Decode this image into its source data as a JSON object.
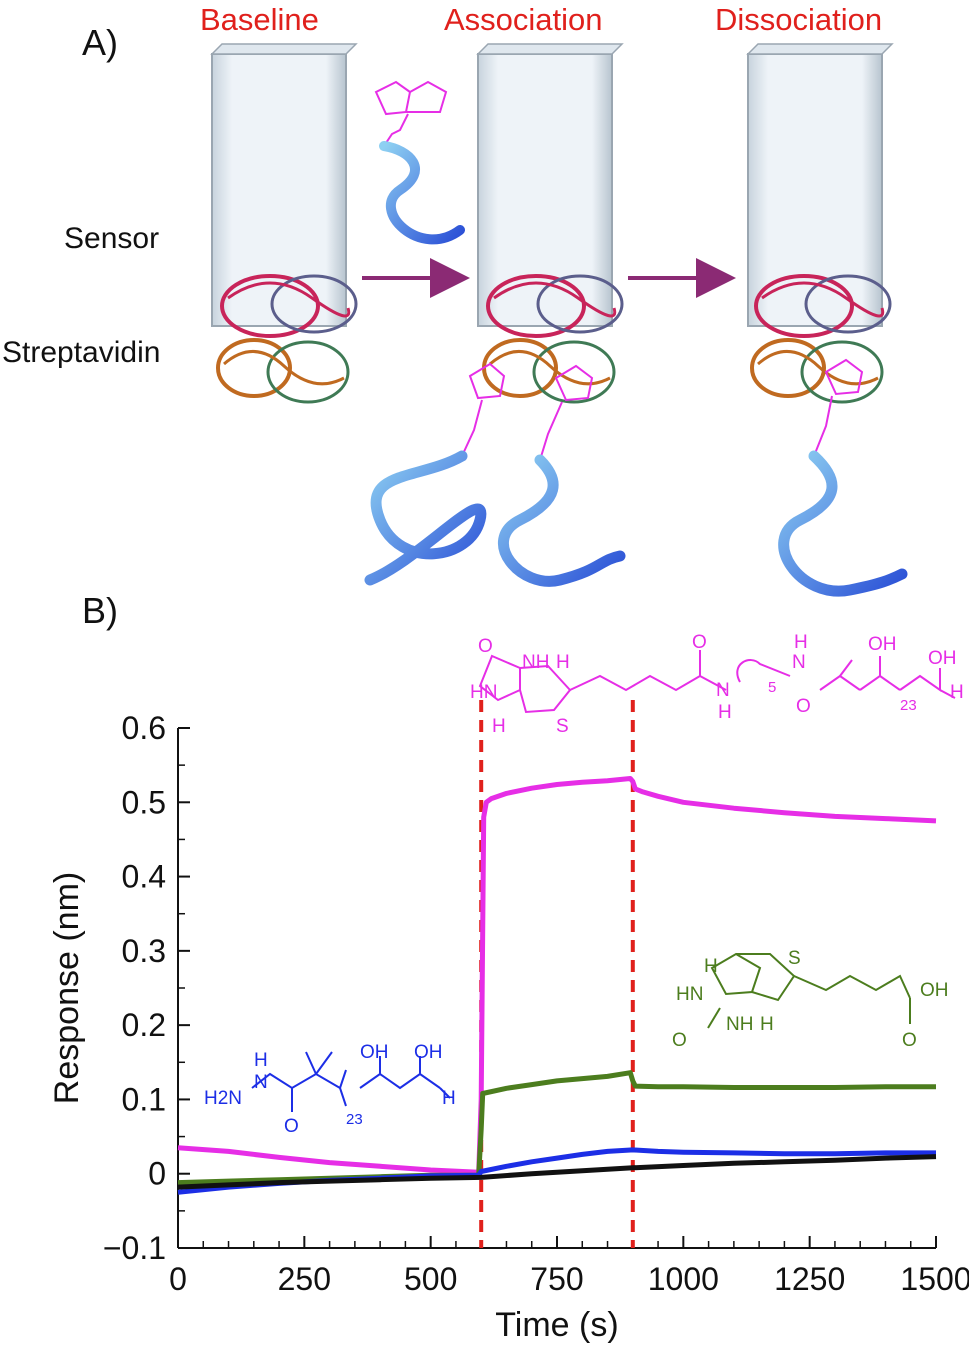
{
  "panelA": {
    "label": "A)",
    "phases": [
      "Baseline",
      "Association",
      "Dissociation"
    ],
    "sensor_label": "Sensor",
    "streptavidin_label": "Streptavidin"
  },
  "panelB": {
    "label": "B)"
  },
  "colors": {
    "phase_text": "#e0201c",
    "arrow": "#8b2a74",
    "magenta": "#e62ee6",
    "green": "#4c7d1e",
    "blue": "#1c2ee6",
    "black": "#111111",
    "dashed": "#e0201c"
  },
  "chemical_labels": {
    "magenta": {
      "atoms": [
        "O",
        "NH",
        "H",
        "HN",
        "H",
        "S",
        "O",
        "N",
        "H",
        "5",
        "N",
        "H",
        "O",
        "OH",
        "23",
        "OH",
        "H"
      ]
    },
    "green": {
      "atoms": [
        "H",
        "S",
        "HN",
        "NH",
        "H",
        "O",
        "OH",
        "O"
      ]
    },
    "blue": {
      "atoms": [
        "H",
        "N",
        "H2N",
        "O",
        "OH",
        "23",
        "OH",
        "H"
      ]
    }
  },
  "chart_data": {
    "type": "line",
    "xlabel": "Time (s)",
    "ylabel": "Response (nm)",
    "xlim": [
      0,
      1500
    ],
    "ylim": [
      -0.1,
      0.6
    ],
    "xticks": [
      "0",
      "250",
      "500",
      "750",
      "1000",
      "1250",
      "1500"
    ],
    "yticks": [
      "−0.1",
      "0",
      "0.1",
      "0.2",
      "0.3",
      "0.4",
      "0.5",
      "0.6"
    ],
    "vlines": [
      600,
      900
    ],
    "series": [
      {
        "color": "#e62ee6",
        "x": [
          0,
          100,
          200,
          300,
          400,
          500,
          595,
          600,
          605,
          610,
          620,
          650,
          700,
          750,
          800,
          850,
          895,
          900,
          905,
          920,
          950,
          1000,
          1100,
          1200,
          1300,
          1400,
          1500
        ],
        "y": [
          0.035,
          0.03,
          0.022,
          0.015,
          0.01,
          0.005,
          0.002,
          0.1,
          0.48,
          0.5,
          0.505,
          0.512,
          0.519,
          0.524,
          0.527,
          0.529,
          0.532,
          0.528,
          0.518,
          0.514,
          0.508,
          0.5,
          0.492,
          0.486,
          0.481,
          0.478,
          0.475
        ]
      },
      {
        "color": "#4c7d1e",
        "x": [
          0,
          100,
          200,
          300,
          400,
          500,
          595,
          600,
          603,
          650,
          700,
          750,
          800,
          850,
          895,
          900,
          905,
          950,
          1000,
          1100,
          1200,
          1300,
          1400,
          1500
        ],
        "y": [
          -0.012,
          -0.01,
          -0.008,
          -0.006,
          -0.004,
          -0.002,
          -0.002,
          0.06,
          0.108,
          0.115,
          0.12,
          0.125,
          0.128,
          0.131,
          0.136,
          0.125,
          0.118,
          0.117,
          0.117,
          0.116,
          0.116,
          0.116,
          0.117,
          0.117
        ]
      },
      {
        "color": "#1c2ee6",
        "x": [
          0,
          100,
          200,
          300,
          400,
          500,
          595,
          600,
          650,
          700,
          750,
          800,
          850,
          900,
          950,
          1000,
          1100,
          1200,
          1300,
          1400,
          1500
        ],
        "y": [
          -0.025,
          -0.018,
          -0.013,
          -0.009,
          -0.006,
          -0.003,
          -0.002,
          0.003,
          0.01,
          0.016,
          0.021,
          0.026,
          0.03,
          0.032,
          0.03,
          0.029,
          0.028,
          0.027,
          0.027,
          0.028,
          0.028
        ]
      },
      {
        "color": "#111111",
        "x": [
          0,
          100,
          200,
          300,
          400,
          500,
          600,
          700,
          800,
          900,
          1000,
          1100,
          1200,
          1300,
          1400,
          1500
        ],
        "y": [
          -0.018,
          -0.015,
          -0.012,
          -0.01,
          -0.008,
          -0.006,
          -0.005,
          0.0,
          0.004,
          0.008,
          0.011,
          0.014,
          0.016,
          0.018,
          0.021,
          0.023
        ]
      }
    ]
  }
}
